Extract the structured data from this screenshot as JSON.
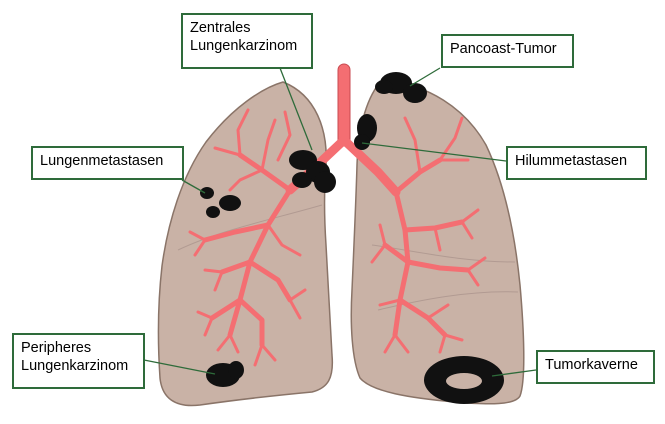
{
  "labels": {
    "central": {
      "line1": "Zentrales",
      "line2": "Lungenkarzinom"
    },
    "pancoast": "Pancoast-Tumor",
    "metastases": "Lungenmetastasen",
    "hilar": "Hilummetastasen",
    "peripheral": {
      "line1": "Peripheres",
      "line2": "Lungenkarzinom"
    },
    "cavity": "Tumorkaverne"
  },
  "colors": {
    "lung_fill": "#c9b2a6",
    "lung_stroke": "#8a7468",
    "airway": "#f46e72",
    "tumor": "#111111",
    "label_border": "#2e6b3a",
    "leader_line": "#2e6b3a"
  }
}
